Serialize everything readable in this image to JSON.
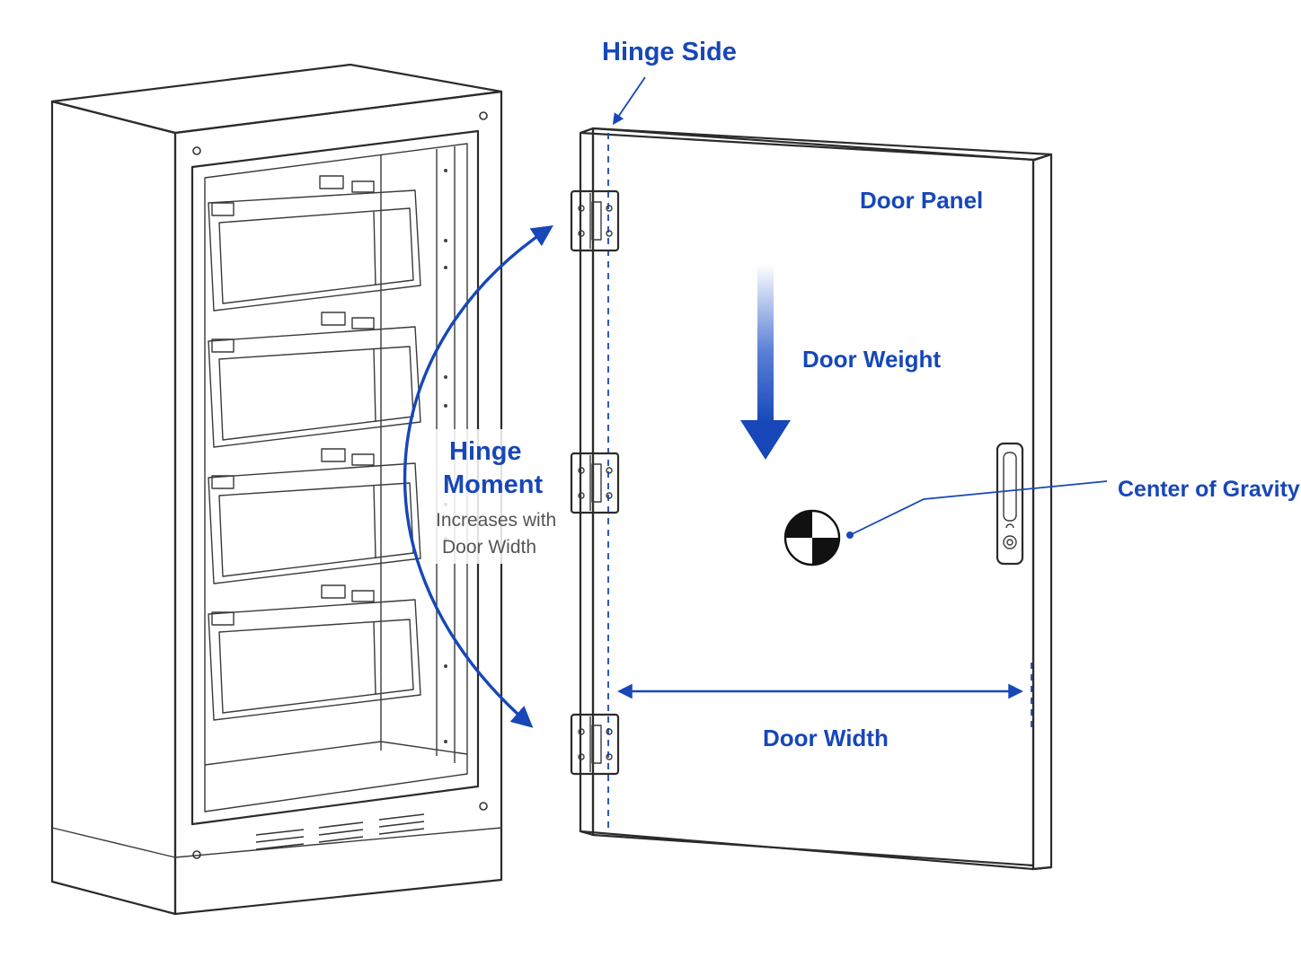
{
  "labels": {
    "hinge_side": "Hinge Side",
    "door_panel": "Door Panel",
    "door_weight": "Door Weight",
    "hinge_moment_line1": "Hinge",
    "hinge_moment_line2": "Moment",
    "hinge_moment_note_line1": "Increases with",
    "hinge_moment_note_line2": "Door Width",
    "center_of_gravity": "Center of Gravity",
    "door_width": "Door Width"
  },
  "colors": {
    "accent": "#1747b8",
    "line": "#2b2b2b",
    "cabinet_fill": "#f2f2f2",
    "interior_fill": "#e9e9e9",
    "note_text": "#555555"
  },
  "icons": {
    "center_of_gravity": "checkered-circle-icon",
    "hinge": "hinge-icon",
    "handle": "door-handle-icon"
  }
}
